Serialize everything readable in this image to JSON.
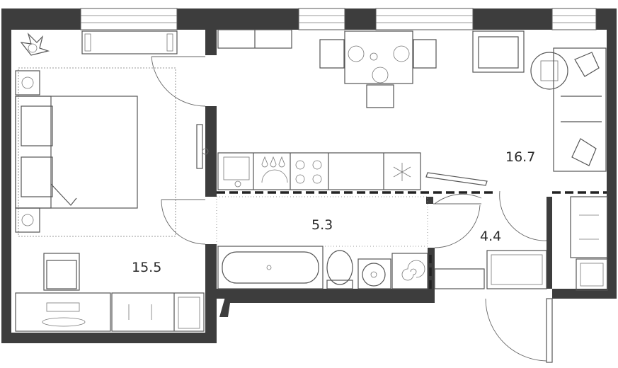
{
  "rooms": [
    {
      "id": "bedroom",
      "area": "15.5"
    },
    {
      "id": "living-kitchen",
      "area": "16.7"
    },
    {
      "id": "bathroom",
      "area": "5.3"
    },
    {
      "id": "hallway",
      "area": "4.4"
    }
  ],
  "colors": {
    "wall": "#3d3d3d",
    "furniture": "#555555",
    "background": "#ffffff"
  },
  "icons": [
    "snowflake-icon",
    "water-drops-icon",
    "flower-plant-icon",
    "spiral-icon"
  ]
}
